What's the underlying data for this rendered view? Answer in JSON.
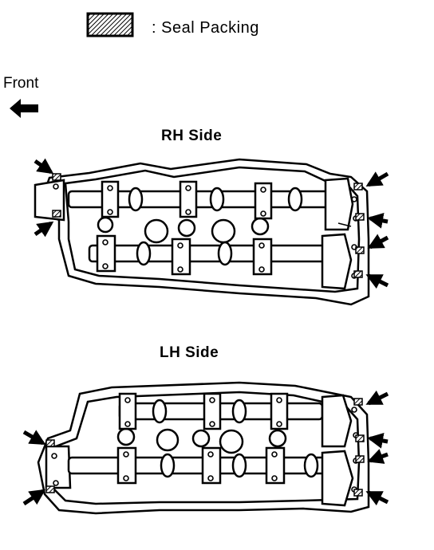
{
  "legend": {
    "swatch_name": "seal-packing-swatch",
    "label": ": Seal Packing"
  },
  "front": {
    "label": "Front",
    "arrow_icon": "left-arrow-icon"
  },
  "rh_side": {
    "title": "RH Side",
    "seal_points": 6
  },
  "lh_side": {
    "title": "LH Side",
    "seal_points": 6
  },
  "colors": {
    "ink": "#000000",
    "paper": "#ffffff"
  }
}
